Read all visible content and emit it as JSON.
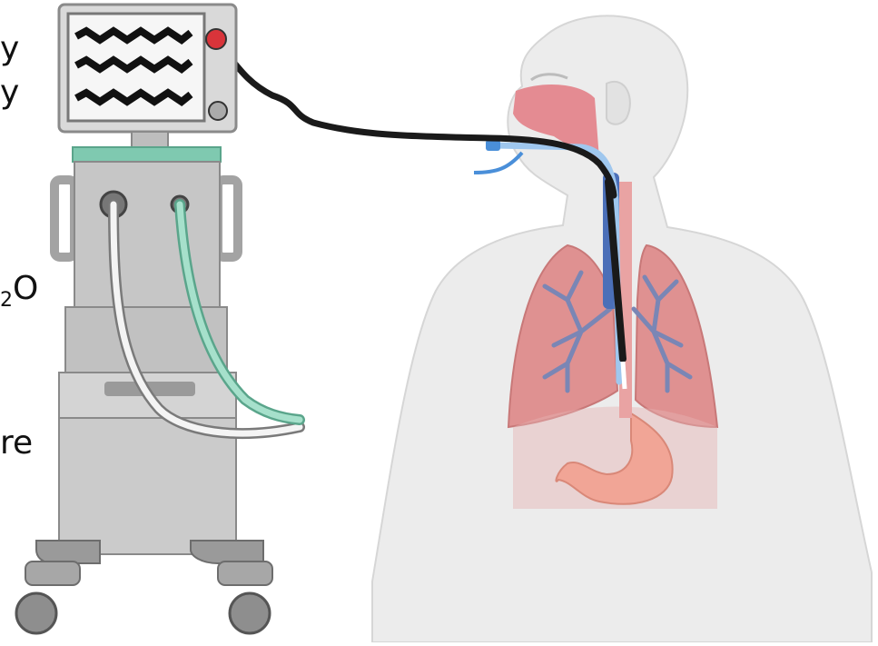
{
  "labels": {
    "l1": "y",
    "l2": "y",
    "l3_sub": "2",
    "l3_main": "O",
    "l4": "re"
  },
  "colors": {
    "machine_grey": "#c8c8c8",
    "machine_dark": "#9a9a9a",
    "screen_bezel": "#dcdcdc",
    "indicator_red": "#d9343a",
    "teal_band": "#7fc9b0",
    "teal_tube": "#9fdcc6",
    "cable": "#1a1a1a",
    "skin": "#e9e9e9",
    "lung": "#d98686",
    "bronchi": "#7a86b5",
    "stomach": "#f0a090",
    "trachea": "#4b6fb8",
    "tube_blue": "#4a8fd9"
  },
  "icons": [
    "ventilator-machine",
    "waveform-screen",
    "human-torso",
    "lungs",
    "stomach",
    "endotracheal-tube"
  ]
}
